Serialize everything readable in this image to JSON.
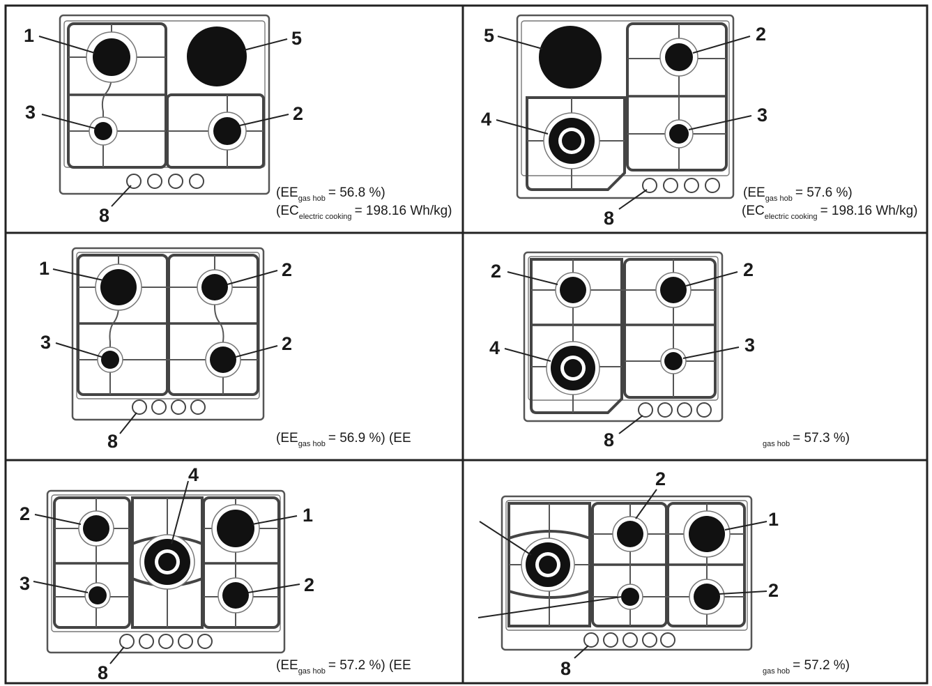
{
  "labels": {
    "n1": "1",
    "n2": "2",
    "n3": "3",
    "n4": "4",
    "n5": "5",
    "n8": "8"
  },
  "captions": {
    "p1_line1_pre": "(EE",
    "p1_line1_sub": "gas hob",
    "p1_line1_post": "= 56.8 %)",
    "p1_line2_pre": "(EC",
    "p1_line2_sub": "electric cooking",
    "p1_line2_post": "= 198.16 Wh/kg)",
    "p2_line1_pre": "(EE",
    "p2_line1_sub": "gas hob",
    "p2_line1_post": "= 57.6 %)",
    "p2_line2_pre": "(EC",
    "p2_line2_sub": "electric cooking",
    "p2_line2_post": "= 198.16 Wh/kg)",
    "p3_pre": "(EE",
    "p3_sub": "gas hob",
    "p3_post": "= 56.9 %) (EE",
    "p4_sub": "gas hob",
    "p4_post": "= 57.3 %)",
    "p5_pre": "(EE",
    "p5_sub": "gas hob",
    "p5_post": "= 57.2 %) (EE",
    "p6_sub": "gas hob",
    "p6_post": "= 57.2 %)"
  },
  "colors": {
    "burner": "#111111",
    "outline": "#444444",
    "background": "#ffffff"
  }
}
